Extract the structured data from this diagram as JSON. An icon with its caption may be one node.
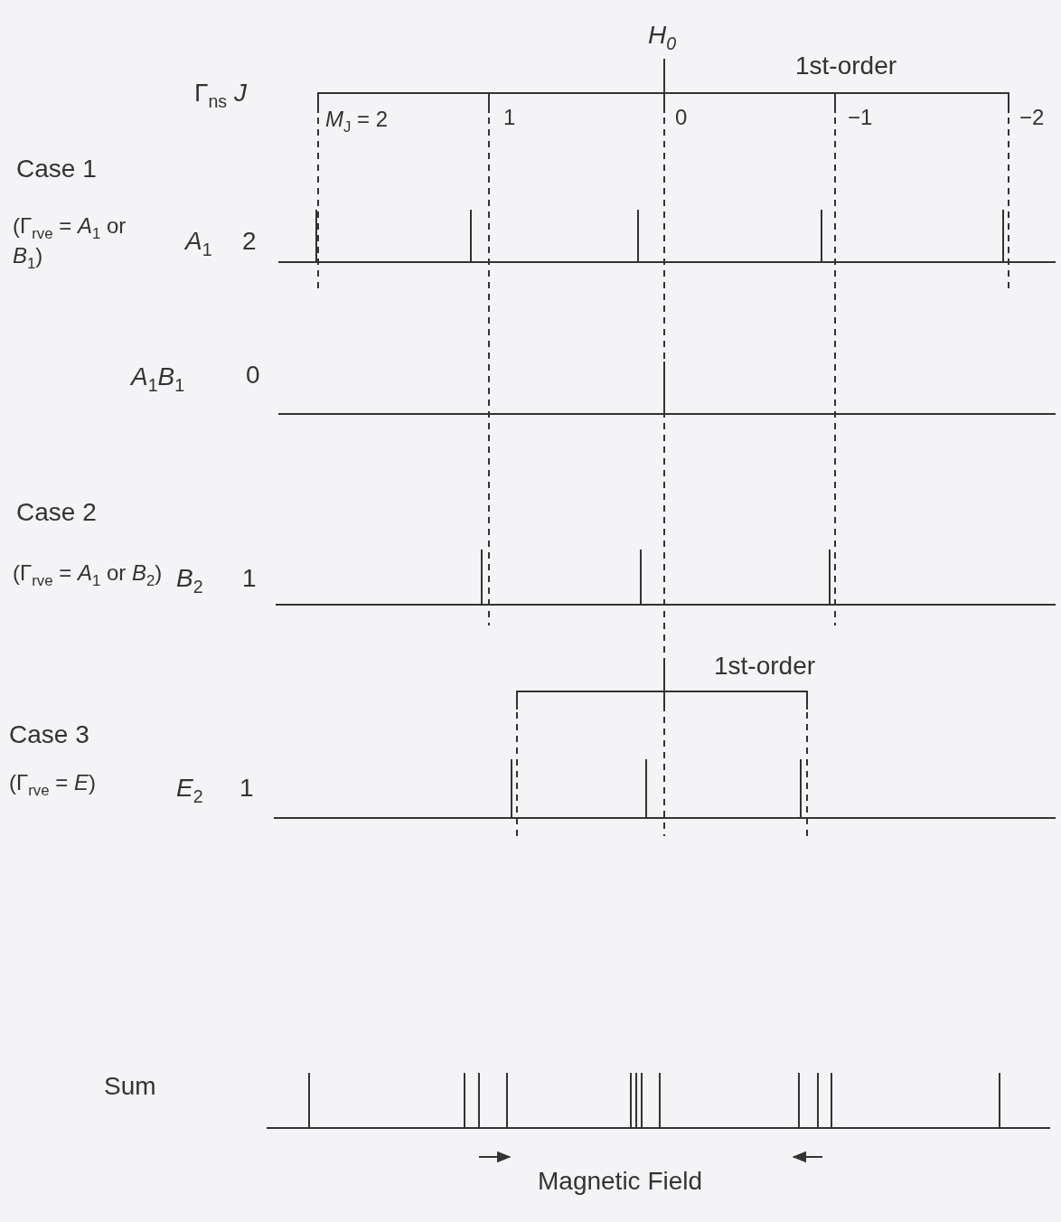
{
  "diagram": {
    "labels": [
      "H$_{0}$",
      "Γ$_{ns}$ *J*",
      "1st-order",
      "*M*$_{J}$ = 2",
      "1",
      "0",
      "−1",
      "−2",
      "Case 1",
      "(Γ$_{rve}$ = *A*$_{1}$ or *B*$_{1}$)",
      "*A*$_{1}$",
      "2",
      "*A*$_{1}$*B*$_{1}$",
      "0",
      "Case 2",
      "(Γ$_{rve}$ = *A*$_{1}$ or *B*$_{2}$)",
      "*B*$_{2}$",
      "1",
      "1st-order",
      "Case 3",
      "(Γ$_{rve}$ = *E*)",
      "*E*$_{2}$",
      "1",
      "Sum",
      "Magnetic Field"
    ]
  }
}
